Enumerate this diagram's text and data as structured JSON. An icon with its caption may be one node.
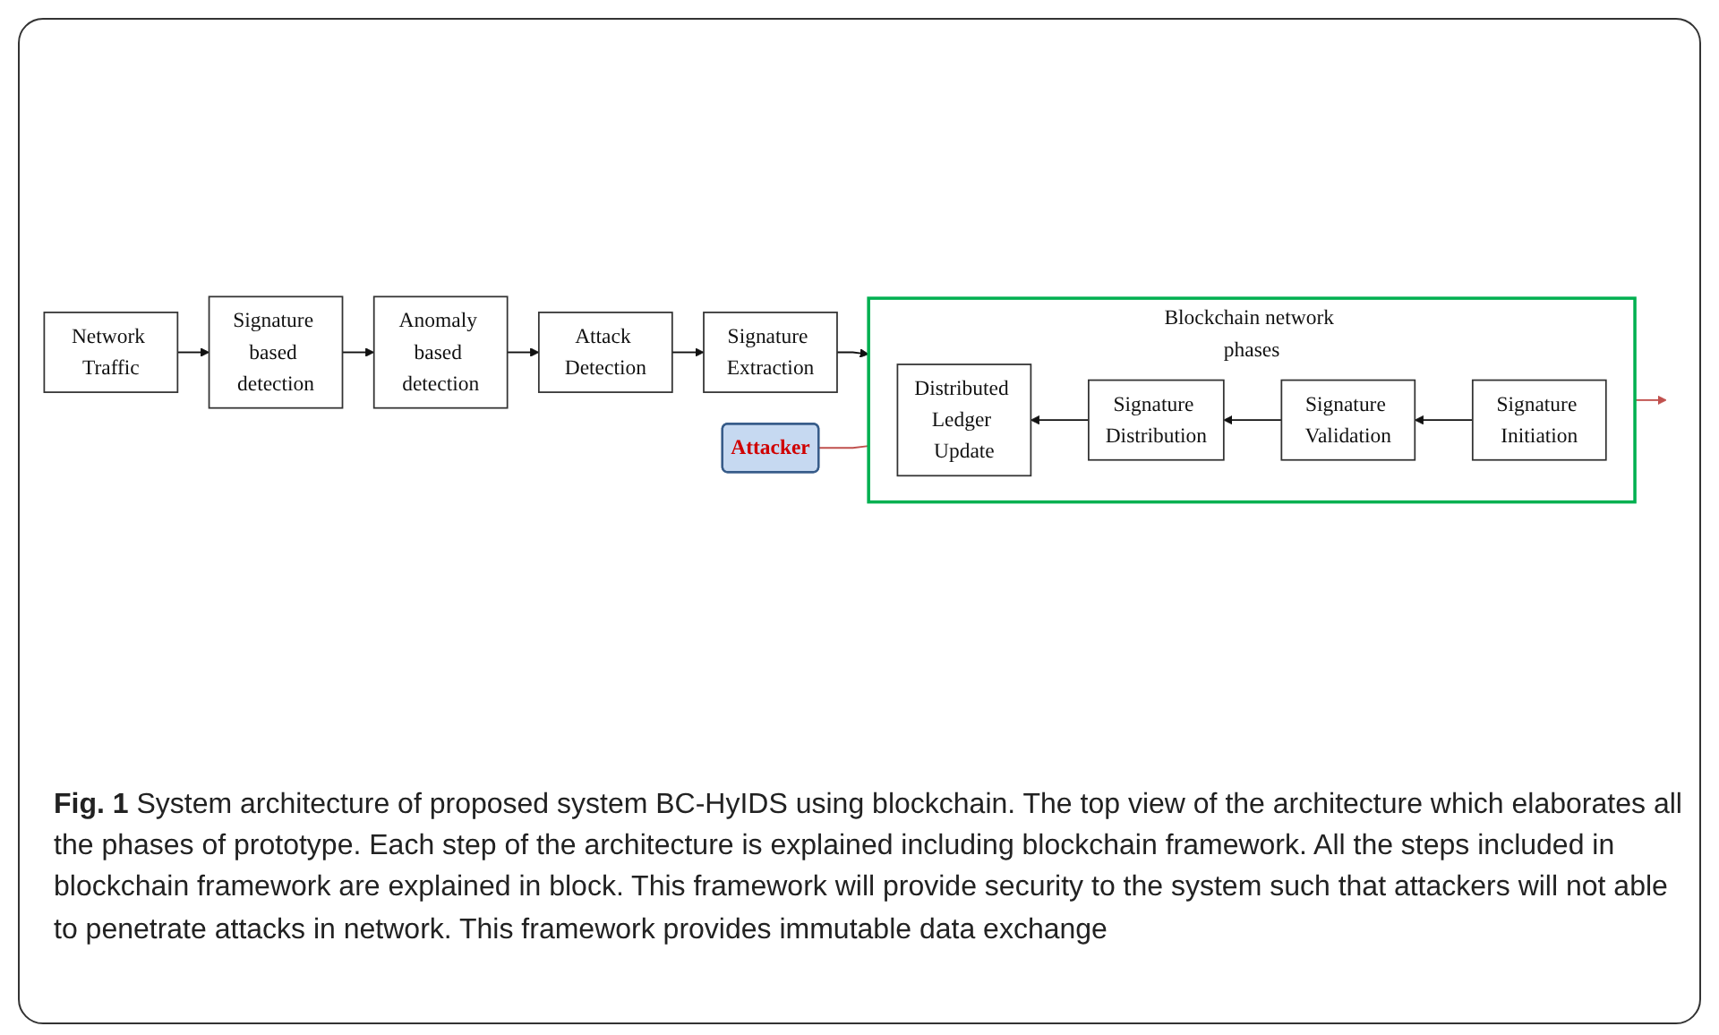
{
  "diagram": {
    "caption": "**Fig. 1** System architecture of proposed system BC-HyIDS using blockchain. The top view of the architecture which elaborates all the phases of prototype. Each step of the architecture is explained including blockchain framework. All the steps included in blockchain framework are explained in block. This framework will provide security to the system such that attackers will not able to penetrate attacks in network. This framework provides immutable data exchange",
    "nodes": [
      {
        "text": [
          "Network Traffic"
        ]
      },
      {
        "text": [
          "Signature based detection"
        ]
      },
      {
        "text": [
          "Anomaly based detection"
        ]
      },
      {
        "text": [
          "Attack Detection"
        ]
      },
      {
        "text": [
          "Signature Extraction"
        ]
      },
      {
        "text": [
          "Blockchain network phases"
        ]
      },
      {
        "text": [
          "Distributed Ledger Update"
        ],
        "in": 5
      },
      {
        "text": [
          "Signature Distribution"
        ],
        "in": 5
      },
      {
        "text": [
          "Signature Validation"
        ],
        "in": 5
      },
      {
        "text": [
          "Signature Initiation"
        ],
        "in": 5
      },
      {
        "text": [
          "Attacker"
        ]
      }
    ],
    "edges": [
      {
        "from": 0,
        "to": 1,
        "arrow": "to"
      },
      {
        "from": 1,
        "to": 2,
        "arrow": "to"
      },
      {
        "from": 2,
        "to": 3,
        "arrow": "to"
      },
      {
        "from": 3,
        "to": 4,
        "arrow": "to"
      },
      {
        "from": 4,
        "to": 5,
        "arrow": "to"
      },
      {
        "from": 9,
        "to": 8,
        "arrow": "to"
      },
      {
        "from": 8,
        "to": 7,
        "arrow": "to"
      },
      {
        "from": 7,
        "to": 6,
        "arrow": "to"
      },
      {
        "from": 10,
        "to": 5,
        "arrow": "none",
        "color": "#c0504d"
      },
      {
        "from": 5,
        "to": null,
        "arrow": "to",
        "color": "#c0504d"
      }
    ]
  }
}
